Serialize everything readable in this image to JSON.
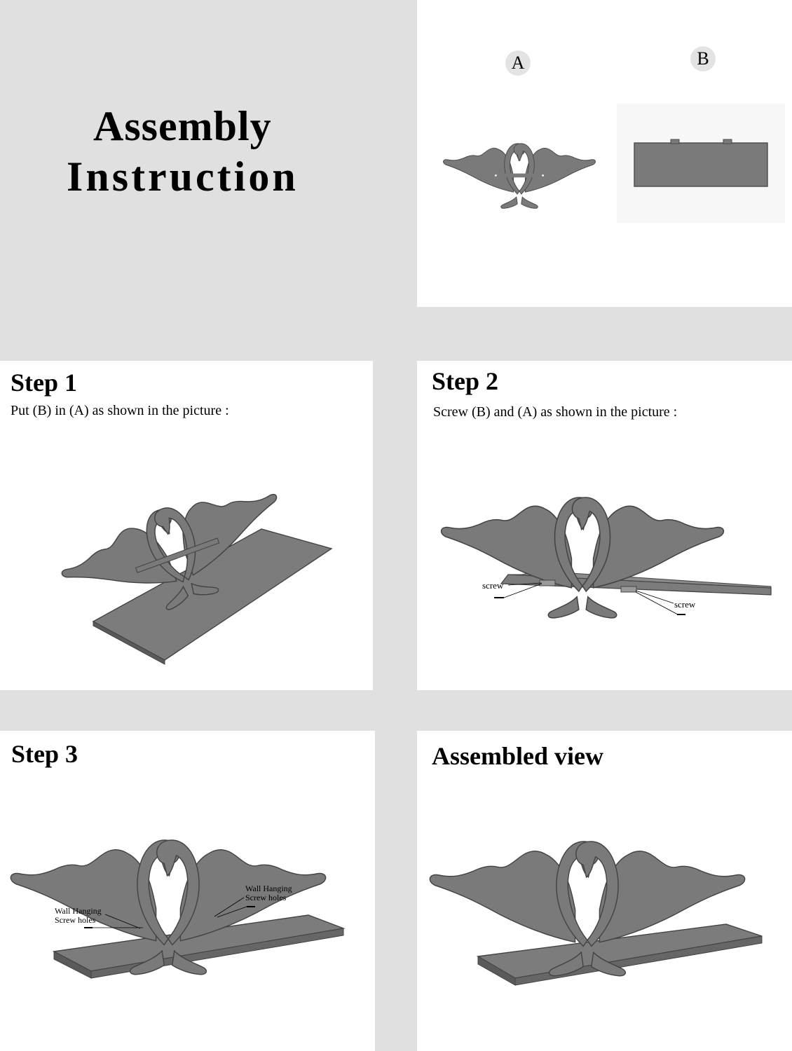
{
  "header": {
    "title_line1": "Assembly",
    "title_line2": "Instruction"
  },
  "parts": {
    "a_label": "A",
    "b_label": "B"
  },
  "step1": {
    "title": "Step 1",
    "description": "Put (B) in (A) as shown in the picture :"
  },
  "step2": {
    "title": "Step 2",
    "description": "Screw (B) and (A) as shown in the picture :",
    "callout_left": "screw",
    "callout_right": "screw"
  },
  "step3": {
    "title": "Step 3",
    "callout_left_line1": "Wall Hanging",
    "callout_left_line2": "Screw holes",
    "callout_right_line1": "Wall Hanging",
    "callout_right_line2": "Screw holes"
  },
  "assembled": {
    "title": "Assembled view"
  },
  "colors": {
    "page_background": "#e0e0e0",
    "panel_background": "#ffffff",
    "part_fill": "#7a7a7a",
    "part_edge": "#4a4a4a"
  }
}
